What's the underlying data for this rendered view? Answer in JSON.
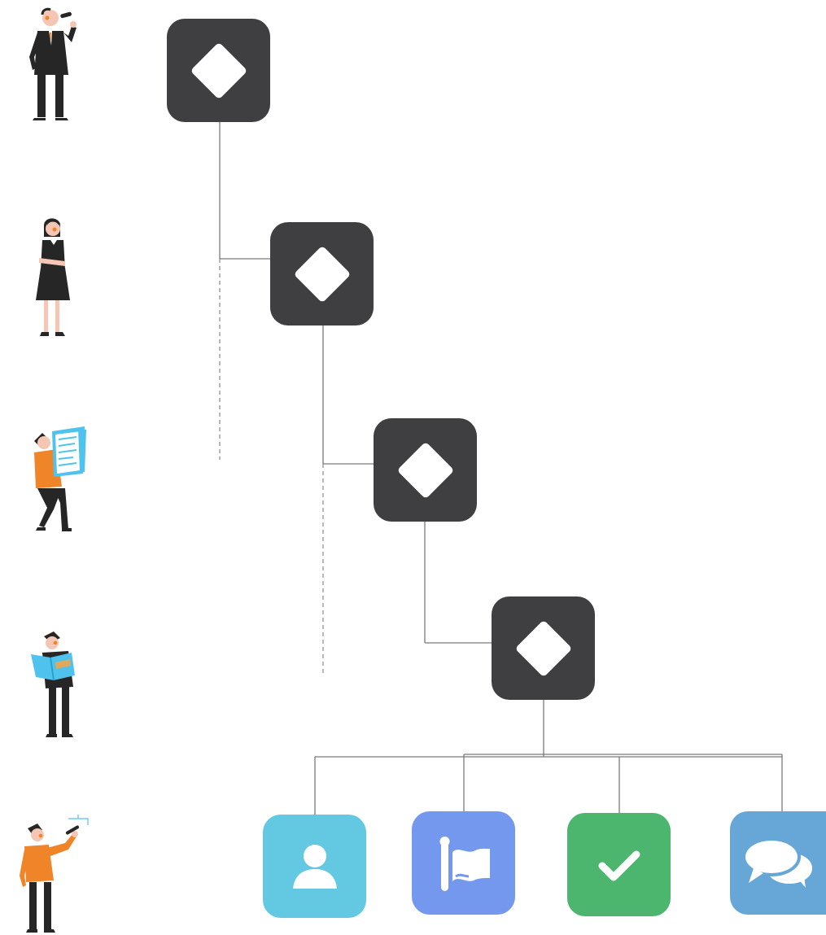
{
  "colors": {
    "node_dark": "#3f3f41",
    "connector": "#7a7a7a",
    "user": "#63c9e3",
    "flag": "#7598ef",
    "check": "#4cb66f",
    "chat": "#66a7d8",
    "accent_orange": "#f08428",
    "accent_blue": "#4fc3ee",
    "suit": "#262626"
  },
  "people": [
    {
      "role": "executive",
      "icon": "person-speaking-icon"
    },
    {
      "role": "manager",
      "icon": "woman-arms-crossed-icon"
    },
    {
      "role": "worker",
      "icon": "person-carrying-papers-icon"
    },
    {
      "role": "reader",
      "icon": "person-reading-icon"
    },
    {
      "role": "presenter",
      "icon": "person-pointing-icon"
    }
  ],
  "hierarchy_nodes": [
    {
      "level": 1,
      "icon": "diamond-icon"
    },
    {
      "level": 2,
      "icon": "diamond-icon"
    },
    {
      "level": 3,
      "icon": "diamond-icon"
    },
    {
      "level": 4,
      "icon": "diamond-icon"
    }
  ],
  "leaf_nodes": [
    {
      "icon": "user-icon"
    },
    {
      "icon": "flag-icon"
    },
    {
      "icon": "check-icon"
    },
    {
      "icon": "chat-icon"
    }
  ]
}
